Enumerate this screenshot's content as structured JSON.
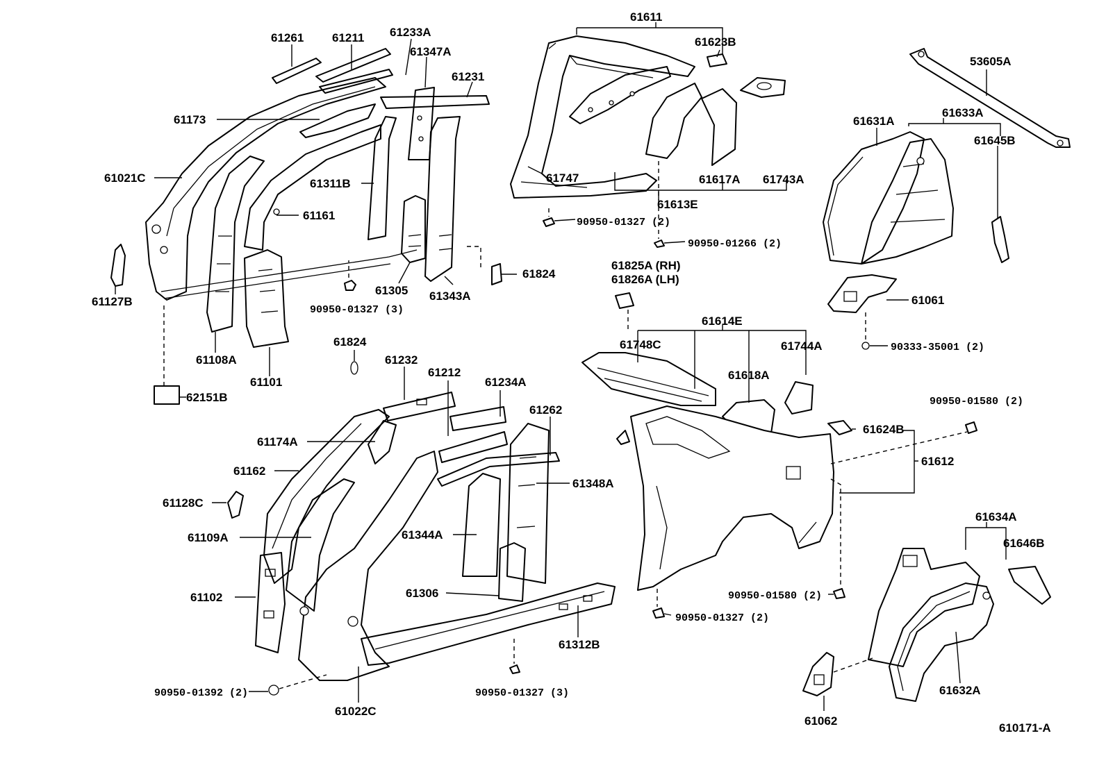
{
  "labels": {
    "p61261": "61261",
    "p61211": "61211",
    "p61233A": "61233A",
    "p61347A": "61347A",
    "p61231": "61231",
    "p61173": "61173",
    "p61021C": "61021C",
    "p61311B": "61311B",
    "p61161": "61161",
    "p61127B": "61127B",
    "p61305": "61305",
    "p61343A": "61343A",
    "p61824_top": "61824",
    "p90950_01327_3_top": "90950-01327 (3)",
    "p61108A": "61108A",
    "p61101": "61101",
    "p62151B": "62151B",
    "p61611": "61611",
    "p61623B": "61623B",
    "p61747": "61747",
    "p61617A": "61617A",
    "p61743A": "61743A",
    "p61613E": "61613E",
    "p90950_01327_2_top": "90950-01327 (2)",
    "p90950_01266_2": "90950-01266 (2)",
    "p53605A": "53605A",
    "p61631A": "61631A",
    "p61633A": "61633A",
    "p61645B": "61645B",
    "p61061": "61061",
    "p90333_35001_2": "90333-35001 (2)",
    "p61825A": "61825A (RH)",
    "p61826A": "61826A (LH)",
    "p61614E": "61614E",
    "p61748C": "61748C",
    "p61618A": "61618A",
    "p61744A": "61744A",
    "p61824_mid": "61824",
    "p61232": "61232",
    "p61212": "61212",
    "p61234A": "61234A",
    "p61262": "61262",
    "p61174A": "61174A",
    "p61162": "61162",
    "p61128C": "61128C",
    "p61109A": "61109A",
    "p61348A": "61348A",
    "p61344A": "61344A",
    "p61306": "61306",
    "p61102": "61102",
    "p61312B": "61312B",
    "p90950_01392_2": "90950-01392 (2)",
    "p61022C": "61022C",
    "p90950_01327_3_bot": "90950-01327 (3)",
    "p90950_01580_2_right": "90950-01580 (2)",
    "p61624B": "61624B",
    "p61612": "61612",
    "p90950_01580_2_left": "90950-01580 (2)",
    "p90950_01327_2_bot": "90950-01327 (2)",
    "p61634A": "61634A",
    "p61646B": "61646B",
    "p61632A": "61632A",
    "p61062": "61062",
    "figure_code": "610171-A"
  }
}
